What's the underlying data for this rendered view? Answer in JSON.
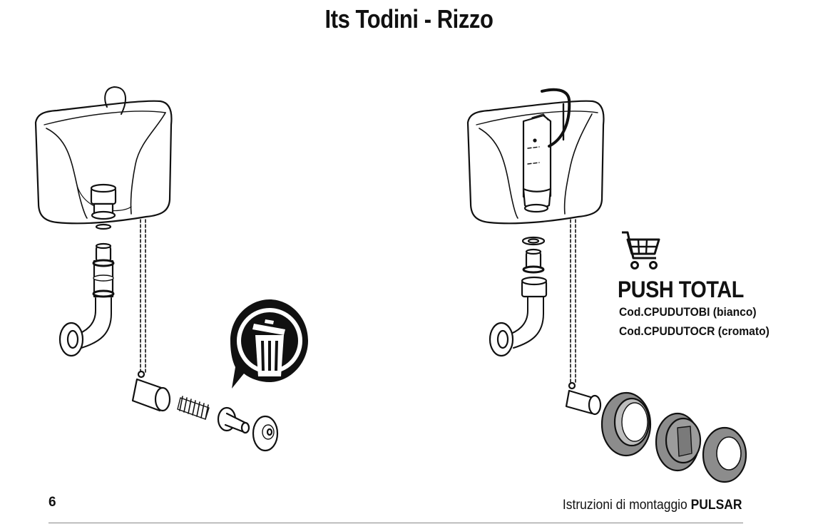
{
  "page_title": "Its Todini - Rizzo",
  "product": {
    "name": "PUSH TOTAL",
    "code_white": "Cod.CPUDUTOBI (bianco)",
    "code_chrome": "Cod.CPUDUTOCR (cromato)"
  },
  "footer": {
    "page_number": "6",
    "text_prefix": "Istruzioni di montaggio",
    "text_product": "PULSAR"
  },
  "icons": {
    "discard": "trash-bin-icon",
    "purchase": "shopping-cart-icon"
  },
  "colors": {
    "ink": "#111111",
    "new_parts_fill": "#8c8c8c",
    "rule": "#888888"
  }
}
